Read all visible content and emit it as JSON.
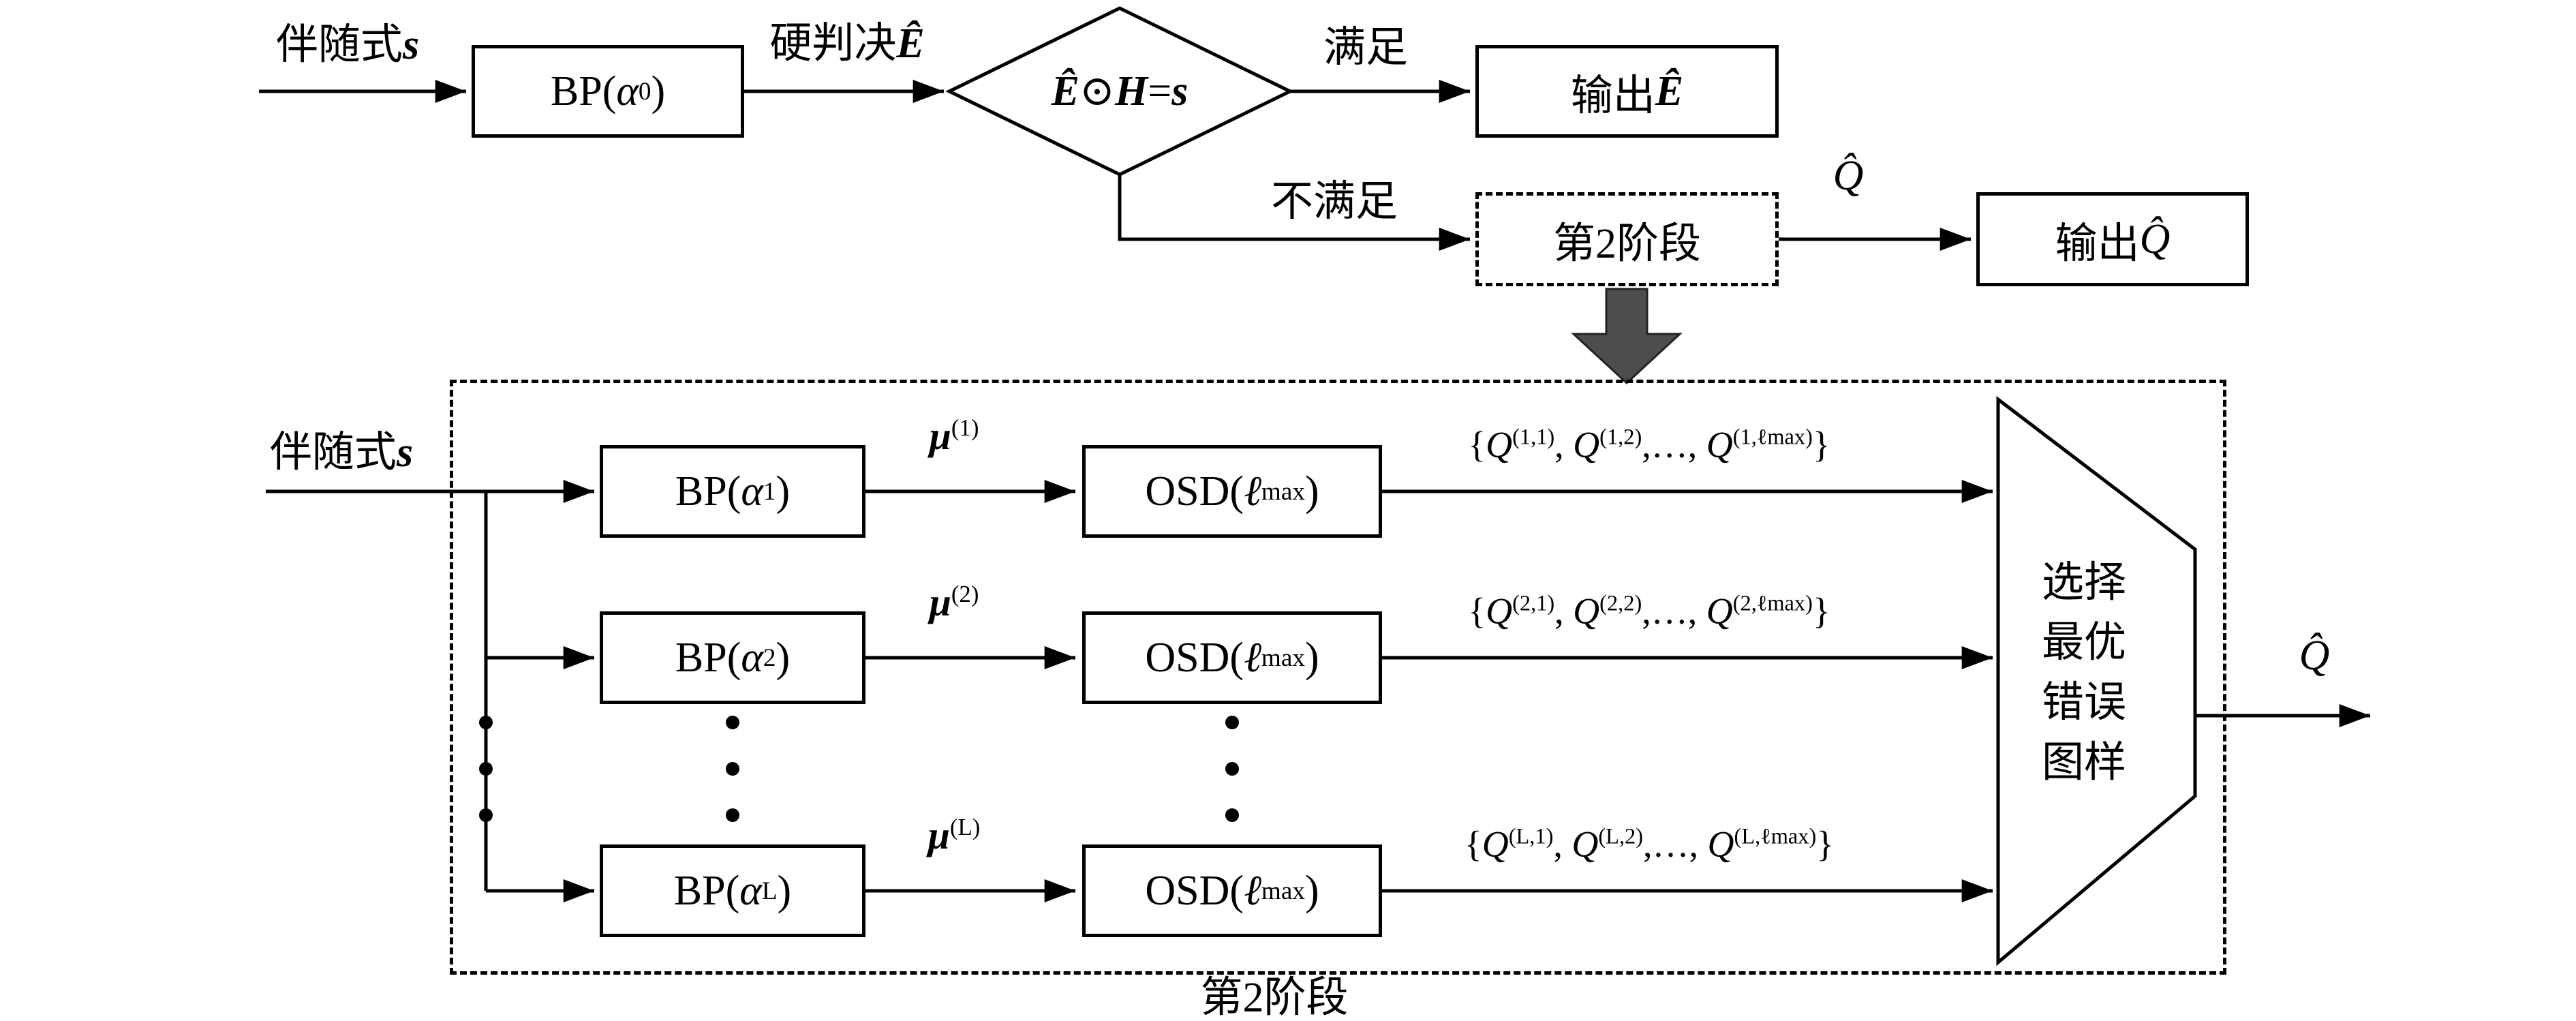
{
  "figure": {
    "colors": {
      "line": "#000000",
      "block_arrow_fill": "#4d4d4d",
      "background": "#ffffff"
    },
    "stage1": {
      "syndrome_label": "伴随式**s**",
      "bp0_box": "BP(*α*_{0})",
      "hard_decision_label": "硬判决**Ê**",
      "check_diamond": "**Ê**⊙**H**=**s**",
      "satisfied_label": "满足",
      "output_e_box": "输出**Ê**",
      "unsatisfied_label": "不满足",
      "stage2_small_box": "第2阶段",
      "q_hat_label": "*Q̂*",
      "output_q_box": "输出*Q̂*"
    },
    "stage2": {
      "syndrome_label": "伴随式**s**",
      "caption": "第2阶段",
      "rows": [
        {
          "bp": "BP(*α*_{1})",
          "mu": "**μ**^{(1)}",
          "osd": "OSD(*ℓ*_{max})",
          "set": "{*Q*^{(1,1)}, *Q*^{(1,2)},…, *Q*^{(1,ℓmax)}}"
        },
        {
          "bp": "BP(*α*_{2})",
          "mu": "**μ**^{(2)}",
          "osd": "OSD(*ℓ*_{max})",
          "set": "{*Q*^{(2,1)}, *Q*^{(2,2)},…, *Q*^{(2,ℓmax)}}"
        },
        {
          "bp": "BP(*α*_{L})",
          "mu": "**μ**^{(L)}",
          "osd": "OSD(*ℓ*_{max})",
          "set": "{*Q*^{(L,1)}, *Q*^{(L,2)},…, *Q*^{(L,ℓmax)}}"
        }
      ],
      "selector": "选择\n最优\n错误\n图样",
      "q_hat_out_label": "*Q̂*"
    }
  }
}
